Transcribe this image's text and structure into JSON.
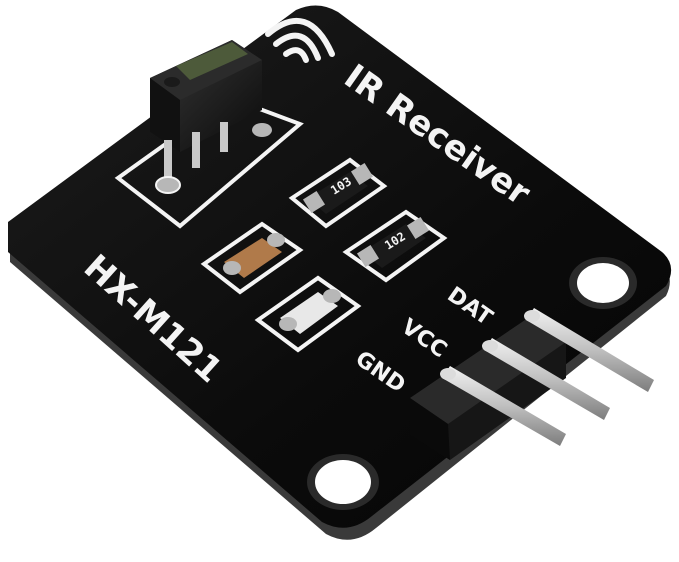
{
  "image": {
    "kind": "product-photo",
    "subject": "ir-receiver-module-pcb"
  },
  "board": {
    "model": "HX-M121",
    "title": "IR Receiver",
    "pins": [
      "DAT",
      "VCC",
      "GND"
    ],
    "resistor_1": "103",
    "resistor_2": "102"
  },
  "colors": {
    "pcb": "#0d0d0d",
    "pcb_edge": "#3a3a3a",
    "silkscreen": "#f4f4f4",
    "copper_pad": "#b7b7b7",
    "header_plastic": "#161616",
    "pin_metal": "#c9c9c9",
    "capacitor": "#b07a4a",
    "led": "#e8e8e8",
    "background": "#ffffff"
  },
  "icons": {
    "signal": "wireless-signal-icon"
  }
}
